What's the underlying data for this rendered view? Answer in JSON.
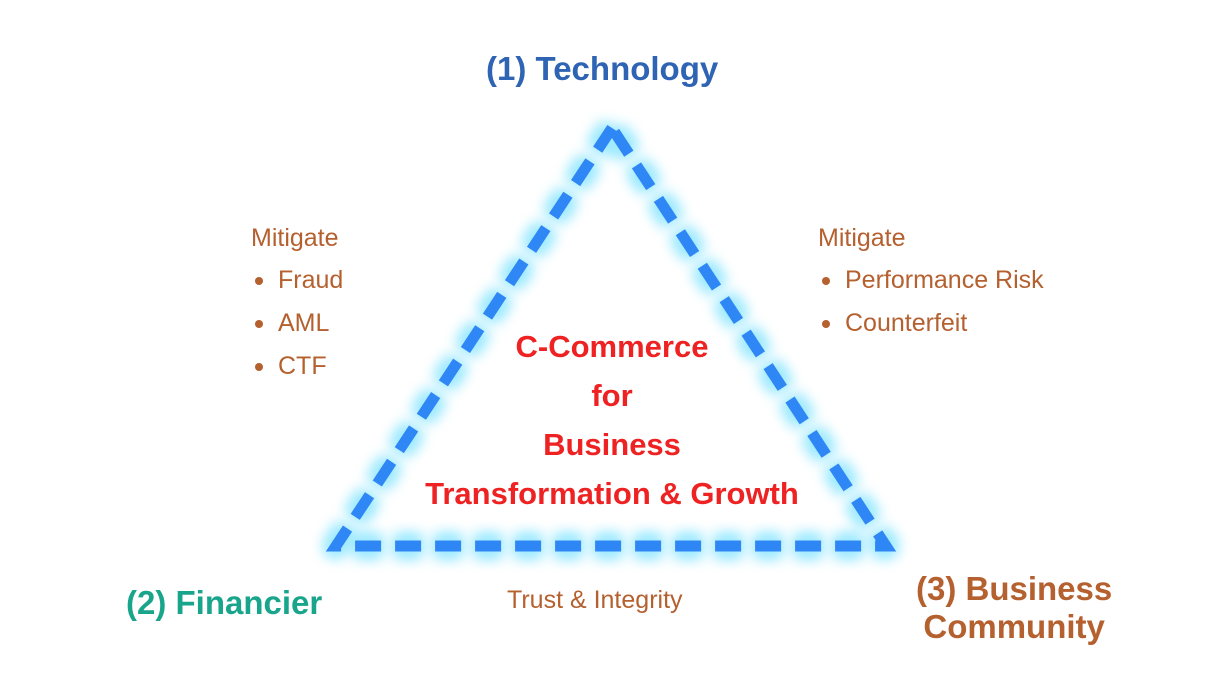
{
  "vertices": {
    "technology": "(1) Technology",
    "financier": "(2) Financier",
    "business_line1": "(3) Business",
    "business_line2": "Community"
  },
  "left_mitigate": {
    "title": "Mitigate",
    "items": [
      "Fraud",
      "AML",
      "CTF"
    ]
  },
  "right_mitigate": {
    "title": "Mitigate",
    "items": [
      "Performance Risk",
      "Counterfeit"
    ]
  },
  "center": {
    "lines": [
      "C-Commerce",
      "for",
      "Business",
      "Transformation & Growth"
    ]
  },
  "bottom": {
    "trust": "Trust & Integrity"
  },
  "colors": {
    "technology": "#2f63b3",
    "financier": "#19a58b",
    "business": "#b5602f",
    "center_text": "#ee2222",
    "triangle_stroke": "#2f86f5",
    "triangle_glow": "#7fe3ff"
  }
}
